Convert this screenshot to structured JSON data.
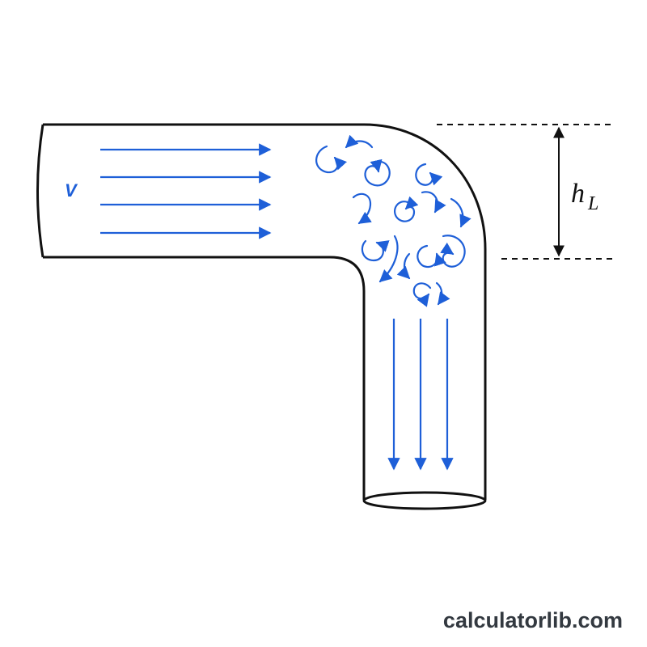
{
  "diagram": {
    "velocity_label": "V",
    "head_loss_symbol": "h",
    "head_loss_subscript": "L"
  },
  "watermark": "calculatorlib.com",
  "colors": {
    "flow": "#1e5fd8",
    "outline": "#111111",
    "watermark": "#333940",
    "background": "#ffffff"
  },
  "icons": {
    "flow_arrow": "arrow-right",
    "eddy": "curl-arrow",
    "dimension": "double-headed-arrow"
  }
}
